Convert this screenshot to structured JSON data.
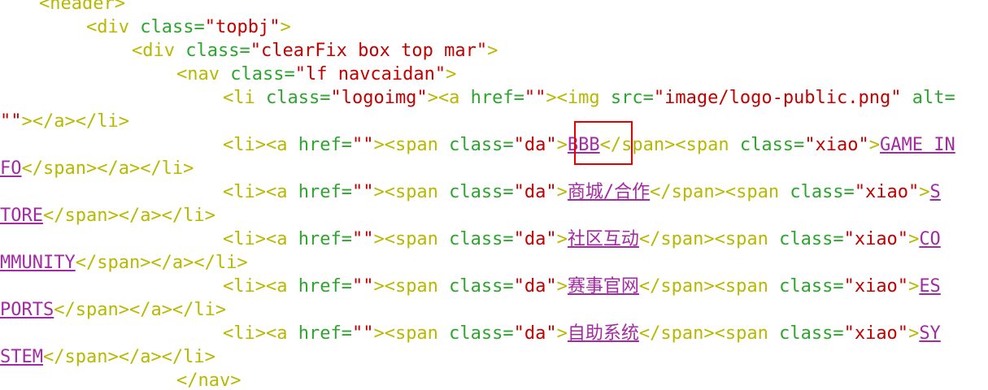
{
  "editor": {
    "lines": [
      {
        "indent": 48,
        "tokens": [
          {
            "t": "tag",
            "v": "<header>"
          }
        ]
      },
      {
        "indent": 106,
        "tokens": [
          {
            "t": "tag",
            "v": "<div "
          },
          {
            "t": "attr",
            "v": "class="
          },
          {
            "t": "str",
            "v": "\"topbj\""
          },
          {
            "t": "tag",
            "v": ">"
          }
        ]
      },
      {
        "indent": 162,
        "tokens": [
          {
            "t": "tag",
            "v": "<div "
          },
          {
            "t": "attr",
            "v": "class="
          },
          {
            "t": "str",
            "v": "\"clearFix box top mar\""
          },
          {
            "t": "tag",
            "v": ">"
          }
        ]
      },
      {
        "indent": 217,
        "tokens": [
          {
            "t": "tag",
            "v": "<nav "
          },
          {
            "t": "attr",
            "v": "class="
          },
          {
            "t": "str",
            "v": "\"lf navcaidan\""
          },
          {
            "t": "tag",
            "v": ">"
          }
        ]
      },
      {
        "indent": 274,
        "tokens": [
          {
            "t": "tag",
            "v": "<li "
          },
          {
            "t": "attr",
            "v": "class="
          },
          {
            "t": "str",
            "v": "\"logoimg\""
          },
          {
            "t": "tag",
            "v": "><a "
          },
          {
            "t": "attr",
            "v": "href="
          },
          {
            "t": "str",
            "v": "\"\""
          },
          {
            "t": "tag",
            "v": "><img "
          },
          {
            "t": "attr",
            "v": "src="
          },
          {
            "t": "str",
            "v": "\"image/logo-public.png\""
          },
          {
            "t": "attr",
            "v": " alt="
          }
        ]
      },
      {
        "indent": 0,
        "tokens": [
          {
            "t": "str",
            "v": "\"\""
          },
          {
            "t": "tag",
            "v": "></a></li>"
          }
        ]
      },
      {
        "indent": 274,
        "tokens": [
          {
            "t": "tag",
            "v": "<li><a "
          },
          {
            "t": "attr",
            "v": "href="
          },
          {
            "t": "str",
            "v": "\"\""
          },
          {
            "t": "tag",
            "v": "><span "
          },
          {
            "t": "attr",
            "v": "class="
          },
          {
            "t": "str",
            "v": "\"da\""
          },
          {
            "t": "tag",
            "v": ">"
          },
          {
            "t": "link",
            "v": "BBB"
          },
          {
            "t": "tag",
            "v": "</span><span "
          },
          {
            "t": "attr",
            "v": "class="
          },
          {
            "t": "str",
            "v": "\"xiao\""
          },
          {
            "t": "tag",
            "v": ">"
          },
          {
            "t": "link",
            "v": "GAME IN"
          }
        ]
      },
      {
        "indent": 0,
        "tokens": [
          {
            "t": "link",
            "v": "FO"
          },
          {
            "t": "tag",
            "v": "</span></a></li>"
          }
        ]
      },
      {
        "indent": 274,
        "tokens": [
          {
            "t": "tag",
            "v": "<li><a "
          },
          {
            "t": "attr",
            "v": "href="
          },
          {
            "t": "str",
            "v": "\"\""
          },
          {
            "t": "tag",
            "v": "><span "
          },
          {
            "t": "attr",
            "v": "class="
          },
          {
            "t": "str",
            "v": "\"da\""
          },
          {
            "t": "tag",
            "v": ">"
          },
          {
            "t": "link",
            "v": "商城/合作"
          },
          {
            "t": "tag",
            "v": "</span><span "
          },
          {
            "t": "attr",
            "v": "class="
          },
          {
            "t": "str",
            "v": "\"xiao\""
          },
          {
            "t": "tag",
            "v": ">"
          },
          {
            "t": "link",
            "v": "S"
          }
        ]
      },
      {
        "indent": 0,
        "tokens": [
          {
            "t": "link",
            "v": "TORE"
          },
          {
            "t": "tag",
            "v": "</span></a></li>"
          }
        ]
      },
      {
        "indent": 274,
        "tokens": [
          {
            "t": "tag",
            "v": "<li><a "
          },
          {
            "t": "attr",
            "v": "href="
          },
          {
            "t": "str",
            "v": "\"\""
          },
          {
            "t": "tag",
            "v": "><span "
          },
          {
            "t": "attr",
            "v": "class="
          },
          {
            "t": "str",
            "v": "\"da\""
          },
          {
            "t": "tag",
            "v": ">"
          },
          {
            "t": "link",
            "v": "社区互动"
          },
          {
            "t": "tag",
            "v": "</span><span "
          },
          {
            "t": "attr",
            "v": "class="
          },
          {
            "t": "str",
            "v": "\"xiao\""
          },
          {
            "t": "tag",
            "v": ">"
          },
          {
            "t": "link",
            "v": "CO"
          }
        ]
      },
      {
        "indent": 0,
        "tokens": [
          {
            "t": "link",
            "v": "MMUNITY"
          },
          {
            "t": "tag",
            "v": "</span></a></li>"
          }
        ]
      },
      {
        "indent": 274,
        "tokens": [
          {
            "t": "tag",
            "v": "<li><a "
          },
          {
            "t": "attr",
            "v": "href="
          },
          {
            "t": "str",
            "v": "\"\""
          },
          {
            "t": "tag",
            "v": "><span "
          },
          {
            "t": "attr",
            "v": "class="
          },
          {
            "t": "str",
            "v": "\"da\""
          },
          {
            "t": "tag",
            "v": ">"
          },
          {
            "t": "link",
            "v": "赛事官网"
          },
          {
            "t": "tag",
            "v": "</span><span "
          },
          {
            "t": "attr",
            "v": "class="
          },
          {
            "t": "str",
            "v": "\"xiao\""
          },
          {
            "t": "tag",
            "v": ">"
          },
          {
            "t": "link",
            "v": "ES"
          }
        ]
      },
      {
        "indent": 0,
        "tokens": [
          {
            "t": "link",
            "v": "PORTS"
          },
          {
            "t": "tag",
            "v": "</span></a></li>"
          }
        ]
      },
      {
        "indent": 274,
        "tokens": [
          {
            "t": "tag",
            "v": "<li><a "
          },
          {
            "t": "attr",
            "v": "href="
          },
          {
            "t": "str",
            "v": "\"\""
          },
          {
            "t": "tag",
            "v": "><span "
          },
          {
            "t": "attr",
            "v": "class="
          },
          {
            "t": "str",
            "v": "\"da\""
          },
          {
            "t": "tag",
            "v": ">"
          },
          {
            "t": "link",
            "v": "自助系统"
          },
          {
            "t": "tag",
            "v": "</span><span "
          },
          {
            "t": "attr",
            "v": "class="
          },
          {
            "t": "str",
            "v": "\"xiao\""
          },
          {
            "t": "tag",
            "v": ">"
          },
          {
            "t": "link",
            "v": "SY"
          }
        ]
      },
      {
        "indent": 0,
        "tokens": [
          {
            "t": "link",
            "v": "STEM"
          },
          {
            "t": "tag",
            "v": "</span></a></li>"
          }
        ]
      },
      {
        "indent": 217,
        "tokens": [
          {
            "t": "tag",
            "v": "</nav>"
          }
        ]
      }
    ]
  },
  "colors": {
    "tag": "#b8b800",
    "attribute": "#2ea52e",
    "string": "#c20000",
    "link_text": "#a32aa3",
    "highlight_box": "#e60000"
  }
}
